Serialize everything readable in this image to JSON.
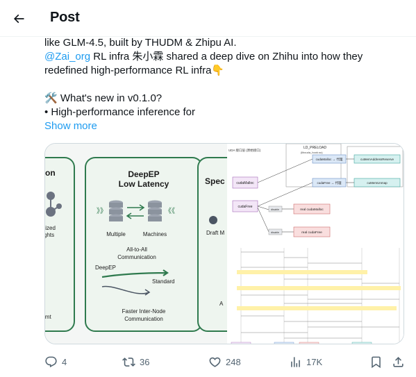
{
  "header": {
    "title": "Post"
  },
  "post": {
    "line1": "like GLM-4.5, built by THUDM & Zhipu AI.",
    "mention": "@Zai_org",
    "line2_rest": " RL infra 朱小霖 shared a deep dive on Zhihu into how they",
    "line3": "redefined high-performance RL infra",
    "line3_emoji": "👇",
    "line5_emoji": "🛠️",
    "line5": " What's new in v0.1.0?",
    "line6": "•  High-performance inference for",
    "show_more": "Show more"
  },
  "media": {
    "left_panel": {
      "partial_title": "on",
      "partial_lines": [
        "tized",
        "ghts",
        "imt"
      ]
    },
    "center_panel": {
      "title_line1": "DeepEP",
      "title_line2": "Low Latency",
      "label_multiple": "Multiple",
      "label_machines": "Machines",
      "all_to_all_1": "All-to-All",
      "all_to_all_2": "Communication",
      "deepep_label": "DeepEP",
      "standard_label": "Standard",
      "faster_1": "Faster Inter-Node",
      "faster_2": "Communication"
    },
    "right_panel": {
      "partial_title": "Spec",
      "partial_draft": "Draft M",
      "partial_a": "A"
    },
    "overlay_diagram": {
      "header_left": "UDA 接口层 (原始接口)",
      "ld_preload": "LD_PRELOAD",
      "ld_sub": "(libcuda_hook.so)",
      "cuda_malloc": "cudaMalloc",
      "cuda_free": "cudaFree",
      "hook_malloc": "cudaMalloc → 代理",
      "hook_free": "cudaFree → 代理",
      "mem_reserve": "cuMemAddressReserve",
      "mem_unmap": "cuMemUnmap",
      "disable1": "disable",
      "disable2": "disable",
      "real_malloc": "real cudaMalloc",
      "real_free": "real cudaFree"
    }
  },
  "actions": {
    "replies": "4",
    "reposts": "36",
    "likes": "248",
    "views": "17K"
  },
  "colors": {
    "accent": "#1d9bf0",
    "text": "#0f1419",
    "muted": "#536471",
    "border": "#cfd9de",
    "diagram_green": "#2f7a4e",
    "diagram_green_bg": "#eef5ef"
  },
  "icons": [
    "back-arrow-icon",
    "reply-icon",
    "repost-icon",
    "like-icon",
    "views-icon",
    "bookmark-icon",
    "share-icon",
    "tools-emoji",
    "point-down-emoji"
  ]
}
